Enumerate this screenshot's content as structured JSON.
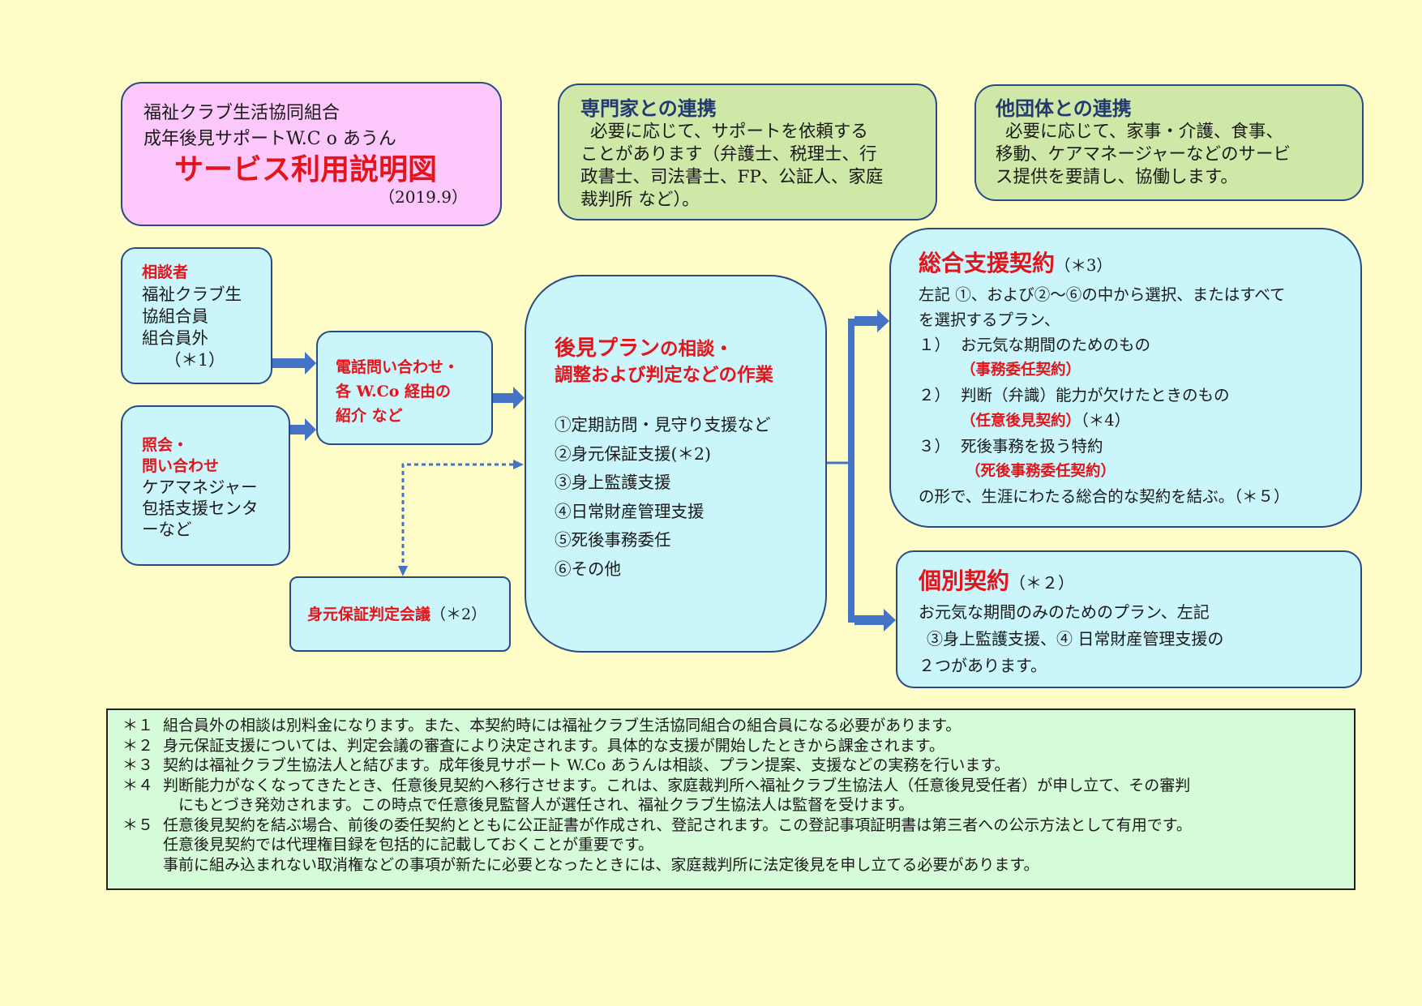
{
  "title_box": {
    "org_line1": "福祉クラブ生活協同組合",
    "org_line2": "成年後見サポートW.C o あうん",
    "title": "サービス利用説明図",
    "date": "（2019.9）"
  },
  "expert_box": {
    "heading": "専門家との連携",
    "lines": [
      "必要に応じて、サポートを依頼する",
      "ことがあります（弁護士、税理士、行",
      "政書士、司法書士、FP、公証人、家庭",
      "裁判所 など）。"
    ]
  },
  "other_org_box": {
    "heading": "他団体との連携",
    "lines": [
      "必要に応じて、家事・介護、食事、",
      "移動、ケアマネージャーなどのサービ",
      "ス提供を要請し、協働します。"
    ]
  },
  "consultant_box": {
    "heading": "相談者",
    "lines": [
      "福祉クラブ生",
      "協組合員",
      "組合員外",
      "（＊1）"
    ]
  },
  "inquiry_box": {
    "heading_line1": "照会・",
    "heading_line2": "問い合わせ",
    "lines": [
      "ケアマネジャー",
      "包括支援センタ",
      "ーなど"
    ]
  },
  "phone_box": {
    "lines": [
      "電話問い合わせ・",
      "各 W.Co 経由の",
      "紹介 など"
    ]
  },
  "guarantor_box": {
    "label": "身元保証判定会議",
    "note": "（＊2）"
  },
  "center_box": {
    "title_line1_a": "後見プラン",
    "title_line1_b": "の相談・",
    "title_line2": "調整および判定などの作業",
    "items": [
      "①定期訪問・見守り支援など",
      "②身元保証支援(＊2)",
      "③身上監護支援",
      "④日常財産管理支援",
      "⑤死後事務委任",
      "⑥その他"
    ]
  },
  "comprehensive_box": {
    "heading": "総合支援契約",
    "heading_note": "（＊3）",
    "line1": "左記 ①、および②〜⑥の中から選択、またはすべて",
    "line2": "を選択するプラン、",
    "item1_num": "１）",
    "item1_text": "お元気な期間のためのもの",
    "item1_contract": "（事務委任契約）",
    "item2_num": "２）",
    "item2_text": "判断（弁識）能力が欠けたときのもの",
    "item2_contract": "（任意後見契約）",
    "item2_note": "（＊4）",
    "item3_num": "３）",
    "item3_text": "死後事務を扱う特約",
    "item3_contract": "（死後事務委任契約）",
    "closing": "の形で、生涯にわたる総合的な契約を結ぶ。（＊５）"
  },
  "individual_box": {
    "heading": "個別契約",
    "heading_note": "（＊２）",
    "lines": [
      "お元気な期間のみのためのプラン、左記",
      "③身上監護支援、④ 日常財産管理支援の",
      "２つがあります。"
    ]
  },
  "notes": [
    {
      "mark": "＊１",
      "lines": [
        "組合員外の相談は別料金になります。また、本契約時には福祉クラブ生活協同組合の組合員になる必要があります。"
      ]
    },
    {
      "mark": "＊２",
      "lines": [
        "身元保証支援については、判定会議の審査により決定されます。具体的な支援が開始したときから課金されます。"
      ]
    },
    {
      "mark": "＊３",
      "lines": [
        "契約は福祉クラブ生協法人と結びます。成年後見サポート W.Co あうんは相談、プラン提案、支援などの実務を行います。"
      ]
    },
    {
      "mark": "＊４",
      "lines": [
        "判断能力がなくなってきたとき、任意後見契約へ移行させます。これは、家庭裁判所へ福祉クラブ生協法人（任意後見受任者）が申し立て、その審判",
        "　にもとづき発効されます。この時点で任意後見監督人が選任され、福祉クラブ生協法人は監督を受けます。"
      ]
    },
    {
      "mark": "＊５",
      "lines": [
        "任意後見契約を結ぶ場合、前後の委任契約とともに公正証書が作成され、登記されます。この登記事項証明書は第三者への公示方法として有用です。",
        "任意後見契約では代理権目録を包括的に記載しておくことが重要です。",
        "事前に組み込まれない取消権などの事項が新たに必要となったときには、家庭裁判所に法定後見を申し立てる必要があります。"
      ]
    }
  ],
  "colors": {
    "background": "#fefdc8",
    "title_box": "#fcc8fb",
    "partner_boxes": "#cfe8a8",
    "flow_boxes": "#c9f5fb",
    "notes_box": "#d6fbd8",
    "arrow": "#4472c4",
    "accent_red": "#e3141b",
    "heading_navy": "#233a70"
  }
}
